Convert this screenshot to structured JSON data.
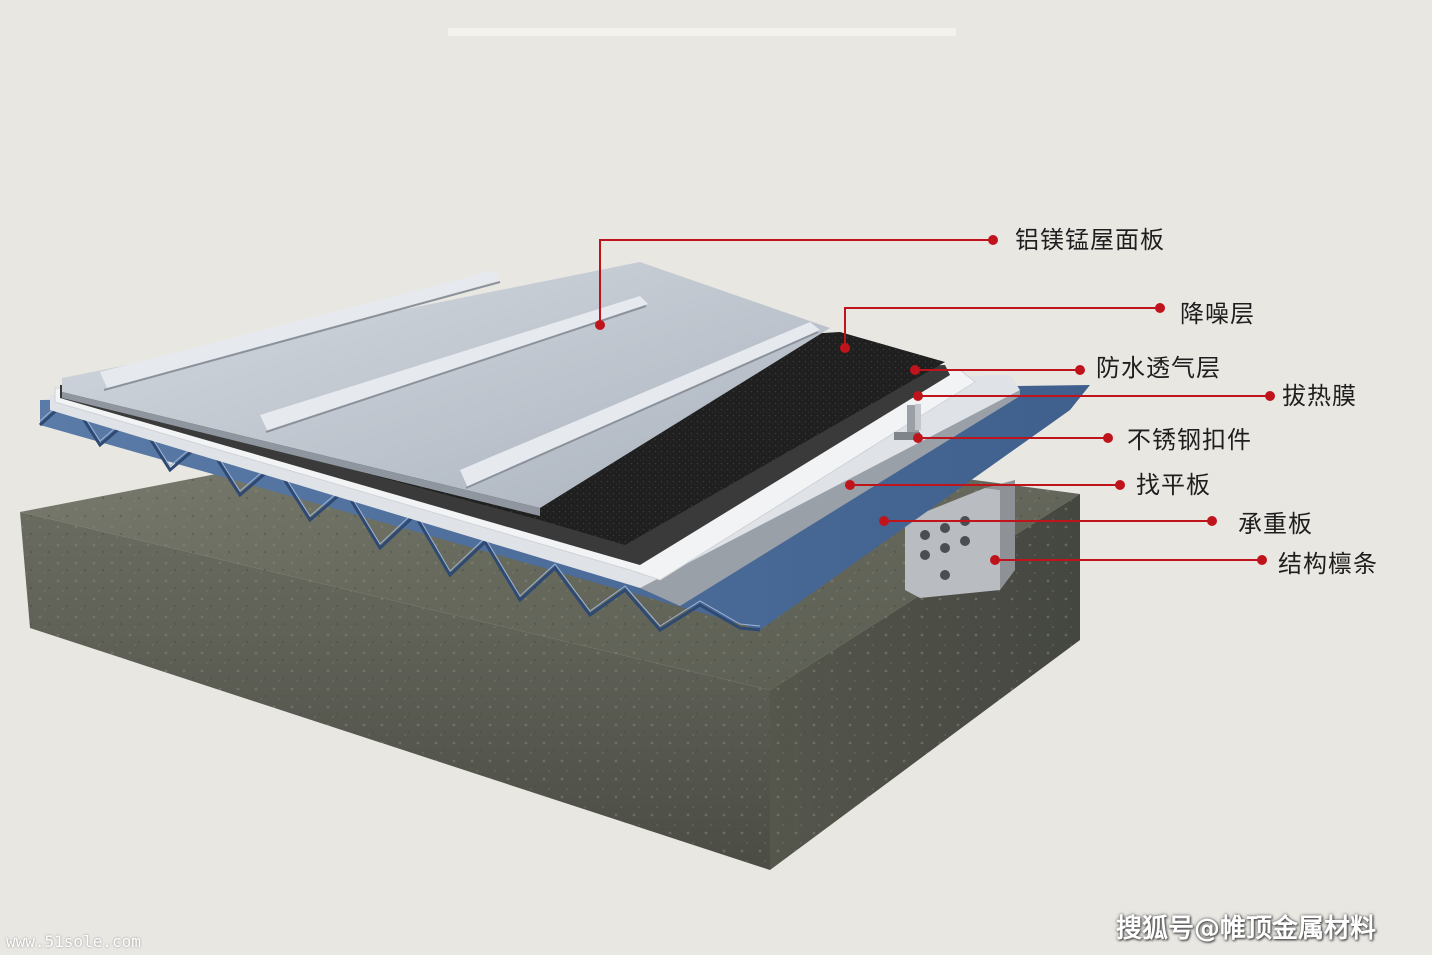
{
  "labels": {
    "panel": "铝镁锰屋面板",
    "noise": "降噪层",
    "waterproof": "防水透气层",
    "heatfilm": "拔热膜",
    "clip": "不锈钢扣件",
    "leveling": "找平板",
    "bearing": "承重板",
    "purlin": "结构檩条"
  },
  "watermarks": {
    "left": "www.51sole.com",
    "right": "搜狐号@帷顶金属材料"
  },
  "colors": {
    "background": "#e9e7e2",
    "leader": "#c0141c",
    "concrete": "#5f6155",
    "deck": "#4d6fa0",
    "panel": "#bfc6cf",
    "felt": "#222222"
  }
}
